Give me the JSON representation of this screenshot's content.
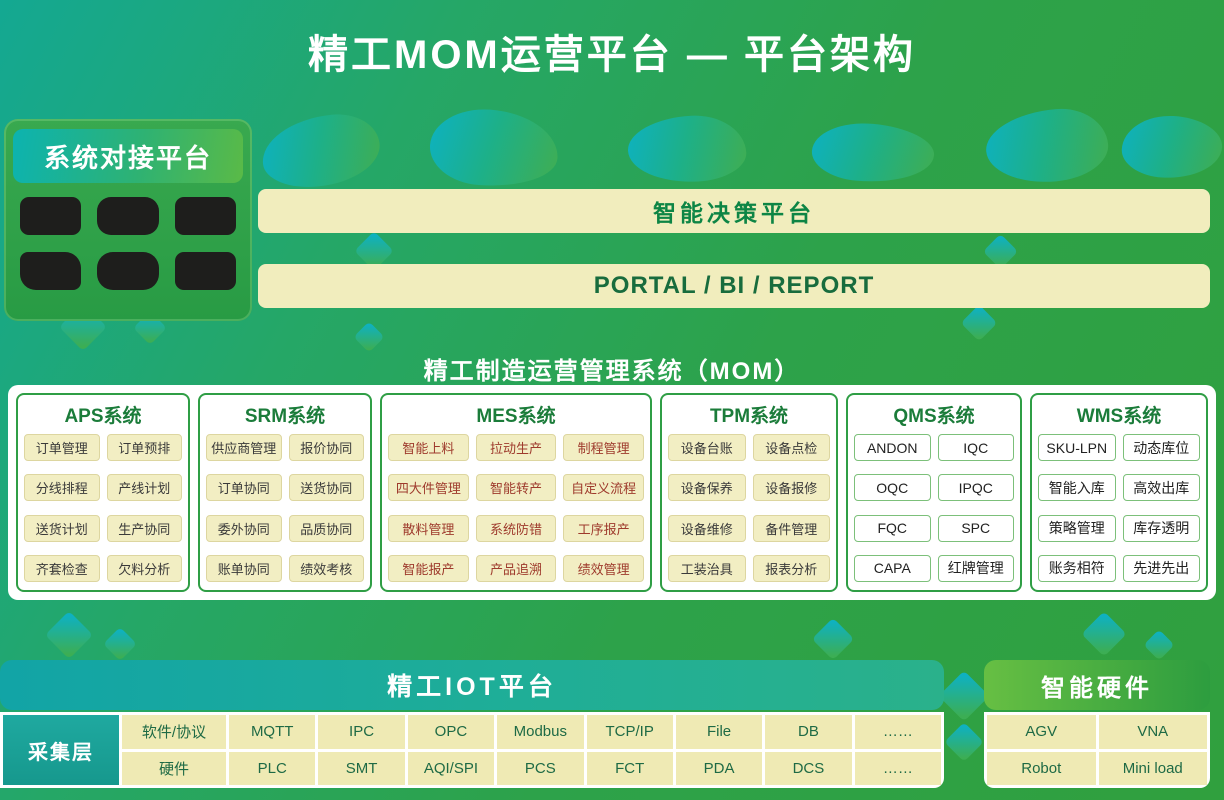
{
  "title": "精工MOM运营平台 — 平台架构",
  "integration": {
    "title": "系统对接平台"
  },
  "bands": {
    "decision": "智能决策平台",
    "portal": "PORTAL / BI / REPORT"
  },
  "mom": {
    "title": "精工制造运营管理系统（MOM）",
    "systems": [
      {
        "name": "APS系统",
        "items": [
          "订单管理",
          "订单预排",
          "分线排程",
          "产线计划",
          "送货计划",
          "生产协同",
          "齐套检查",
          "欠料分析"
        ]
      },
      {
        "name": "SRM系统",
        "items": [
          "供应商管理",
          "报价协同",
          "订单协同",
          "送货协同",
          "委外协同",
          "品质协同",
          "账单协同",
          "绩效考核"
        ]
      },
      {
        "name": "MES系统",
        "items": [
          "智能上料",
          "拉动生产",
          "制程管理",
          "四大件管理",
          "智能转产",
          "自定义流程",
          "散料管理",
          "系统防错",
          "工序报产",
          "智能报产",
          "产品追溯",
          "绩效管理"
        ]
      },
      {
        "name": "TPM系统",
        "items": [
          "设备台账",
          "设备点检",
          "设备保养",
          "设备报修",
          "设备维修",
          "备件管理",
          "工装治具",
          "报表分析"
        ]
      },
      {
        "name": "QMS系统",
        "items": [
          "ANDON",
          "IQC",
          "OQC",
          "IPQC",
          "FQC",
          "SPC",
          "CAPA",
          "红牌管理"
        ]
      },
      {
        "name": "WMS系统",
        "items": [
          "SKU-LPN",
          "动态库位",
          "智能入库",
          "高效出库",
          "策略管理",
          "库存透明",
          "账务相符",
          "先进先出"
        ]
      }
    ]
  },
  "iot": {
    "title": "精工IOT平台",
    "layer": "采集层",
    "rows": [
      [
        "软件/协议",
        "MQTT",
        "IPC",
        "OPC",
        "Modbus",
        "TCP/IP",
        "File",
        "DB",
        "……"
      ],
      [
        "硬件",
        "PLC",
        "SMT",
        "AQI/SPI",
        "PCS",
        "FCT",
        "PDA",
        "DCS",
        "……"
      ]
    ]
  },
  "hardware": {
    "title": "智能硬件",
    "items": [
      "AGV",
      "VNA",
      "Robot",
      "Mini load"
    ]
  },
  "colors": {
    "background_teal": "#14a892",
    "background_green": "#30a03e",
    "band_bg": "#f1edbd",
    "band_text_green": "#0d8545",
    "panel_border": "#2f9e45",
    "item_bg": "#f2eec3",
    "mes_item_text": "#9e3a2c",
    "iot_teal": "#1fae97",
    "hardware_green": "#4cb342"
  }
}
